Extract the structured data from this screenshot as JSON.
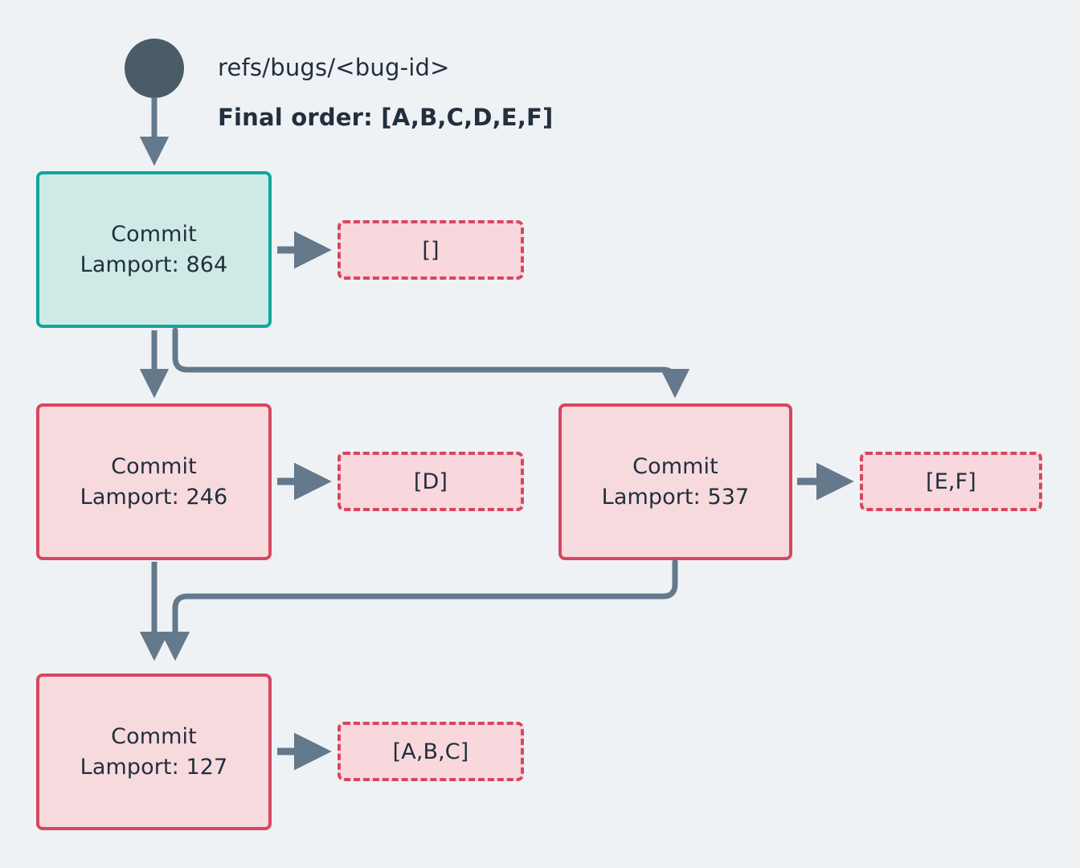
{
  "diagram": {
    "type": "flowchart",
    "title_ref": "refs/bugs/<bug-id>",
    "final_order_label": "Final order: [A,B,C,D,E,F]",
    "background_color": "#eff2f5",
    "colors": {
      "head_border": "#13a699",
      "head_fill": "#cdeae6",
      "pending_border": "#d6475f",
      "pending_fill": "#f7dade",
      "oplist_border": "#d6475f",
      "oplist_fill": "#f8d7dd",
      "edge": "#64798b",
      "root_dot": "#4b5c69",
      "text": "#222f3d"
    },
    "root": {
      "name": "root-node",
      "shape": "circle"
    },
    "nodes": [
      {
        "id": "commit-864",
        "title": "Commit",
        "lamport_label": "Lamport: 864",
        "lamport": 864,
        "state": "head",
        "ops_label": "[]",
        "ops": []
      },
      {
        "id": "commit-246",
        "title": "Commit",
        "lamport_label": "Lamport: 246",
        "lamport": 246,
        "state": "pending",
        "ops_label": "[D]",
        "ops": [
          "D"
        ]
      },
      {
        "id": "commit-537",
        "title": "Commit",
        "lamport_label": "Lamport: 537",
        "lamport": 537,
        "state": "pending",
        "ops_label": "[E,F]",
        "ops": [
          "E",
          "F"
        ]
      },
      {
        "id": "commit-127",
        "title": "Commit",
        "lamport_label": "Lamport: 127",
        "lamport": 127,
        "state": "pending",
        "ops_label": "[A,B,C]",
        "ops": [
          "A",
          "B",
          "C"
        ]
      }
    ],
    "edges": [
      {
        "from": "root",
        "to": "commit-864"
      },
      {
        "from": "commit-864",
        "to": "commit-246"
      },
      {
        "from": "commit-864",
        "to": "commit-537"
      },
      {
        "from": "commit-246",
        "to": "commit-127"
      },
      {
        "from": "commit-537",
        "to": "commit-127"
      },
      {
        "from": "commit-864",
        "to": "ops-864"
      },
      {
        "from": "commit-246",
        "to": "ops-246"
      },
      {
        "from": "commit-537",
        "to": "ops-537"
      },
      {
        "from": "commit-127",
        "to": "ops-127"
      }
    ]
  }
}
